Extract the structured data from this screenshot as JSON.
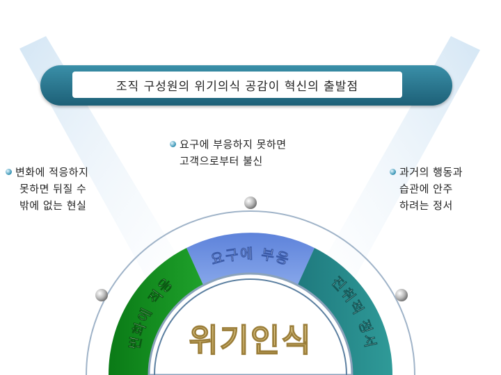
{
  "title": "조직 구성원의 위기의식 공감이 혁신의 출발점",
  "notes": {
    "center": [
      "요구에 부응하지 못하면",
      "고객으로부터 불신"
    ],
    "left": [
      "변화에 적응하지",
      "못하면 뒤질 수",
      "밖에 없는 현실"
    ],
    "right": [
      "과거의 행동과",
      "습관에 안주",
      "하려는 정서"
    ]
  },
  "segments": {
    "left": "변화에 적응",
    "center": "요구에 부응",
    "right": "진취적 정서"
  },
  "core": "위기인식",
  "colors": {
    "title_bar": "#2a7891",
    "seg_left": "#0f8a1e",
    "seg_center": "#6a8ee0",
    "seg_right": "#2a8a8a",
    "core_text": "#d9c07a"
  }
}
